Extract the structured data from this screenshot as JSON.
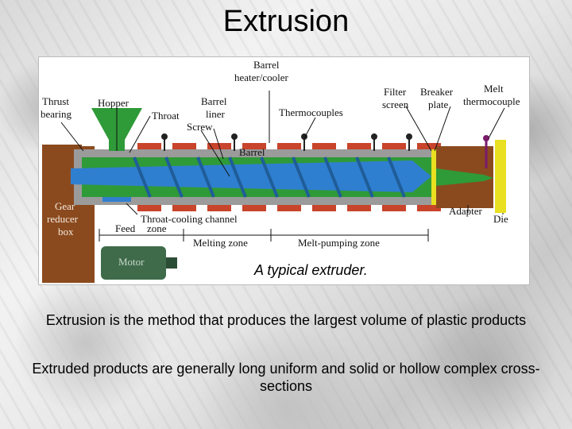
{
  "slide": {
    "title": "Extrusion",
    "caption": "A typical extruder.",
    "paragraphs": [
      "Extrusion is the method that produces the largest volume of plastic products",
      "Extruded products are generally long uniform and solid or hollow complex cross-sections"
    ]
  },
  "diagram": {
    "labels": {
      "thrust_bearing_1": "Thrust",
      "thrust_bearing_2": "bearing",
      "hopper": "Hopper",
      "throat": "Throat",
      "barrel_liner_1": "Barrel",
      "barrel_liner_2": "liner",
      "screw": "Screw",
      "barrel_heater_1": "Barrel",
      "barrel_heater_2": "heater/cooler",
      "thermocouples": "Thermocouples",
      "filter_screen_1": "Filter",
      "filter_screen_2": "screen",
      "breaker_plate_1": "Breaker",
      "breaker_plate_2": "plate",
      "melt_thermocouple_1": "Melt",
      "melt_thermocouple_2": "thermocouple",
      "barrel": "Barrel",
      "adapter": "Adapter",
      "die": "Die",
      "throat_cooling": "Throat-cooling  channel",
      "feed_zone_1": "Feed",
      "feed_zone_2": "zone",
      "melting_zone": "Melting  zone",
      "melt_pumping_zone": "Melt-pumping  zone",
      "gear_1": "Gear",
      "gear_2": "reducer",
      "gear_3": "box",
      "motor": "Motor"
    },
    "colors": {
      "frame_brown": "#8b4a1e",
      "barrel_gray": "#9b9b9b",
      "screw_blue": "#2f7fd0",
      "flight_green": "#2f9a38",
      "heater_red": "#c8442a",
      "die_yellow": "#e8e020",
      "motor_green": "#3f6b4a"
    }
  }
}
